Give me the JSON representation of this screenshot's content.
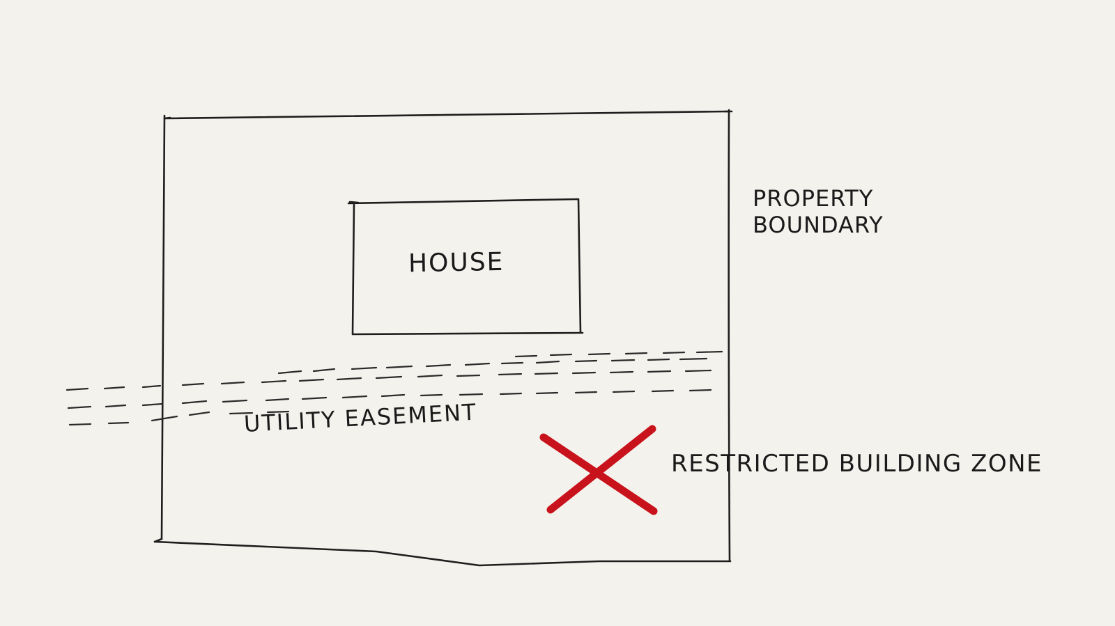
{
  "diagram": {
    "labels": {
      "house": "HOUSE",
      "property_boundary_line1": "PROPERTY",
      "property_boundary_line2": "BOUNDARY",
      "utility_easement": "UTILITY EASEMENT",
      "restricted_zone": "RESTRICTED BUILDING ZONE"
    },
    "colors": {
      "background": "#f4f2ec",
      "ink": "#1e1e1e",
      "restricted_marker": "#c8121c"
    },
    "icons": {
      "restricted_marker": "red-x-mark"
    }
  }
}
